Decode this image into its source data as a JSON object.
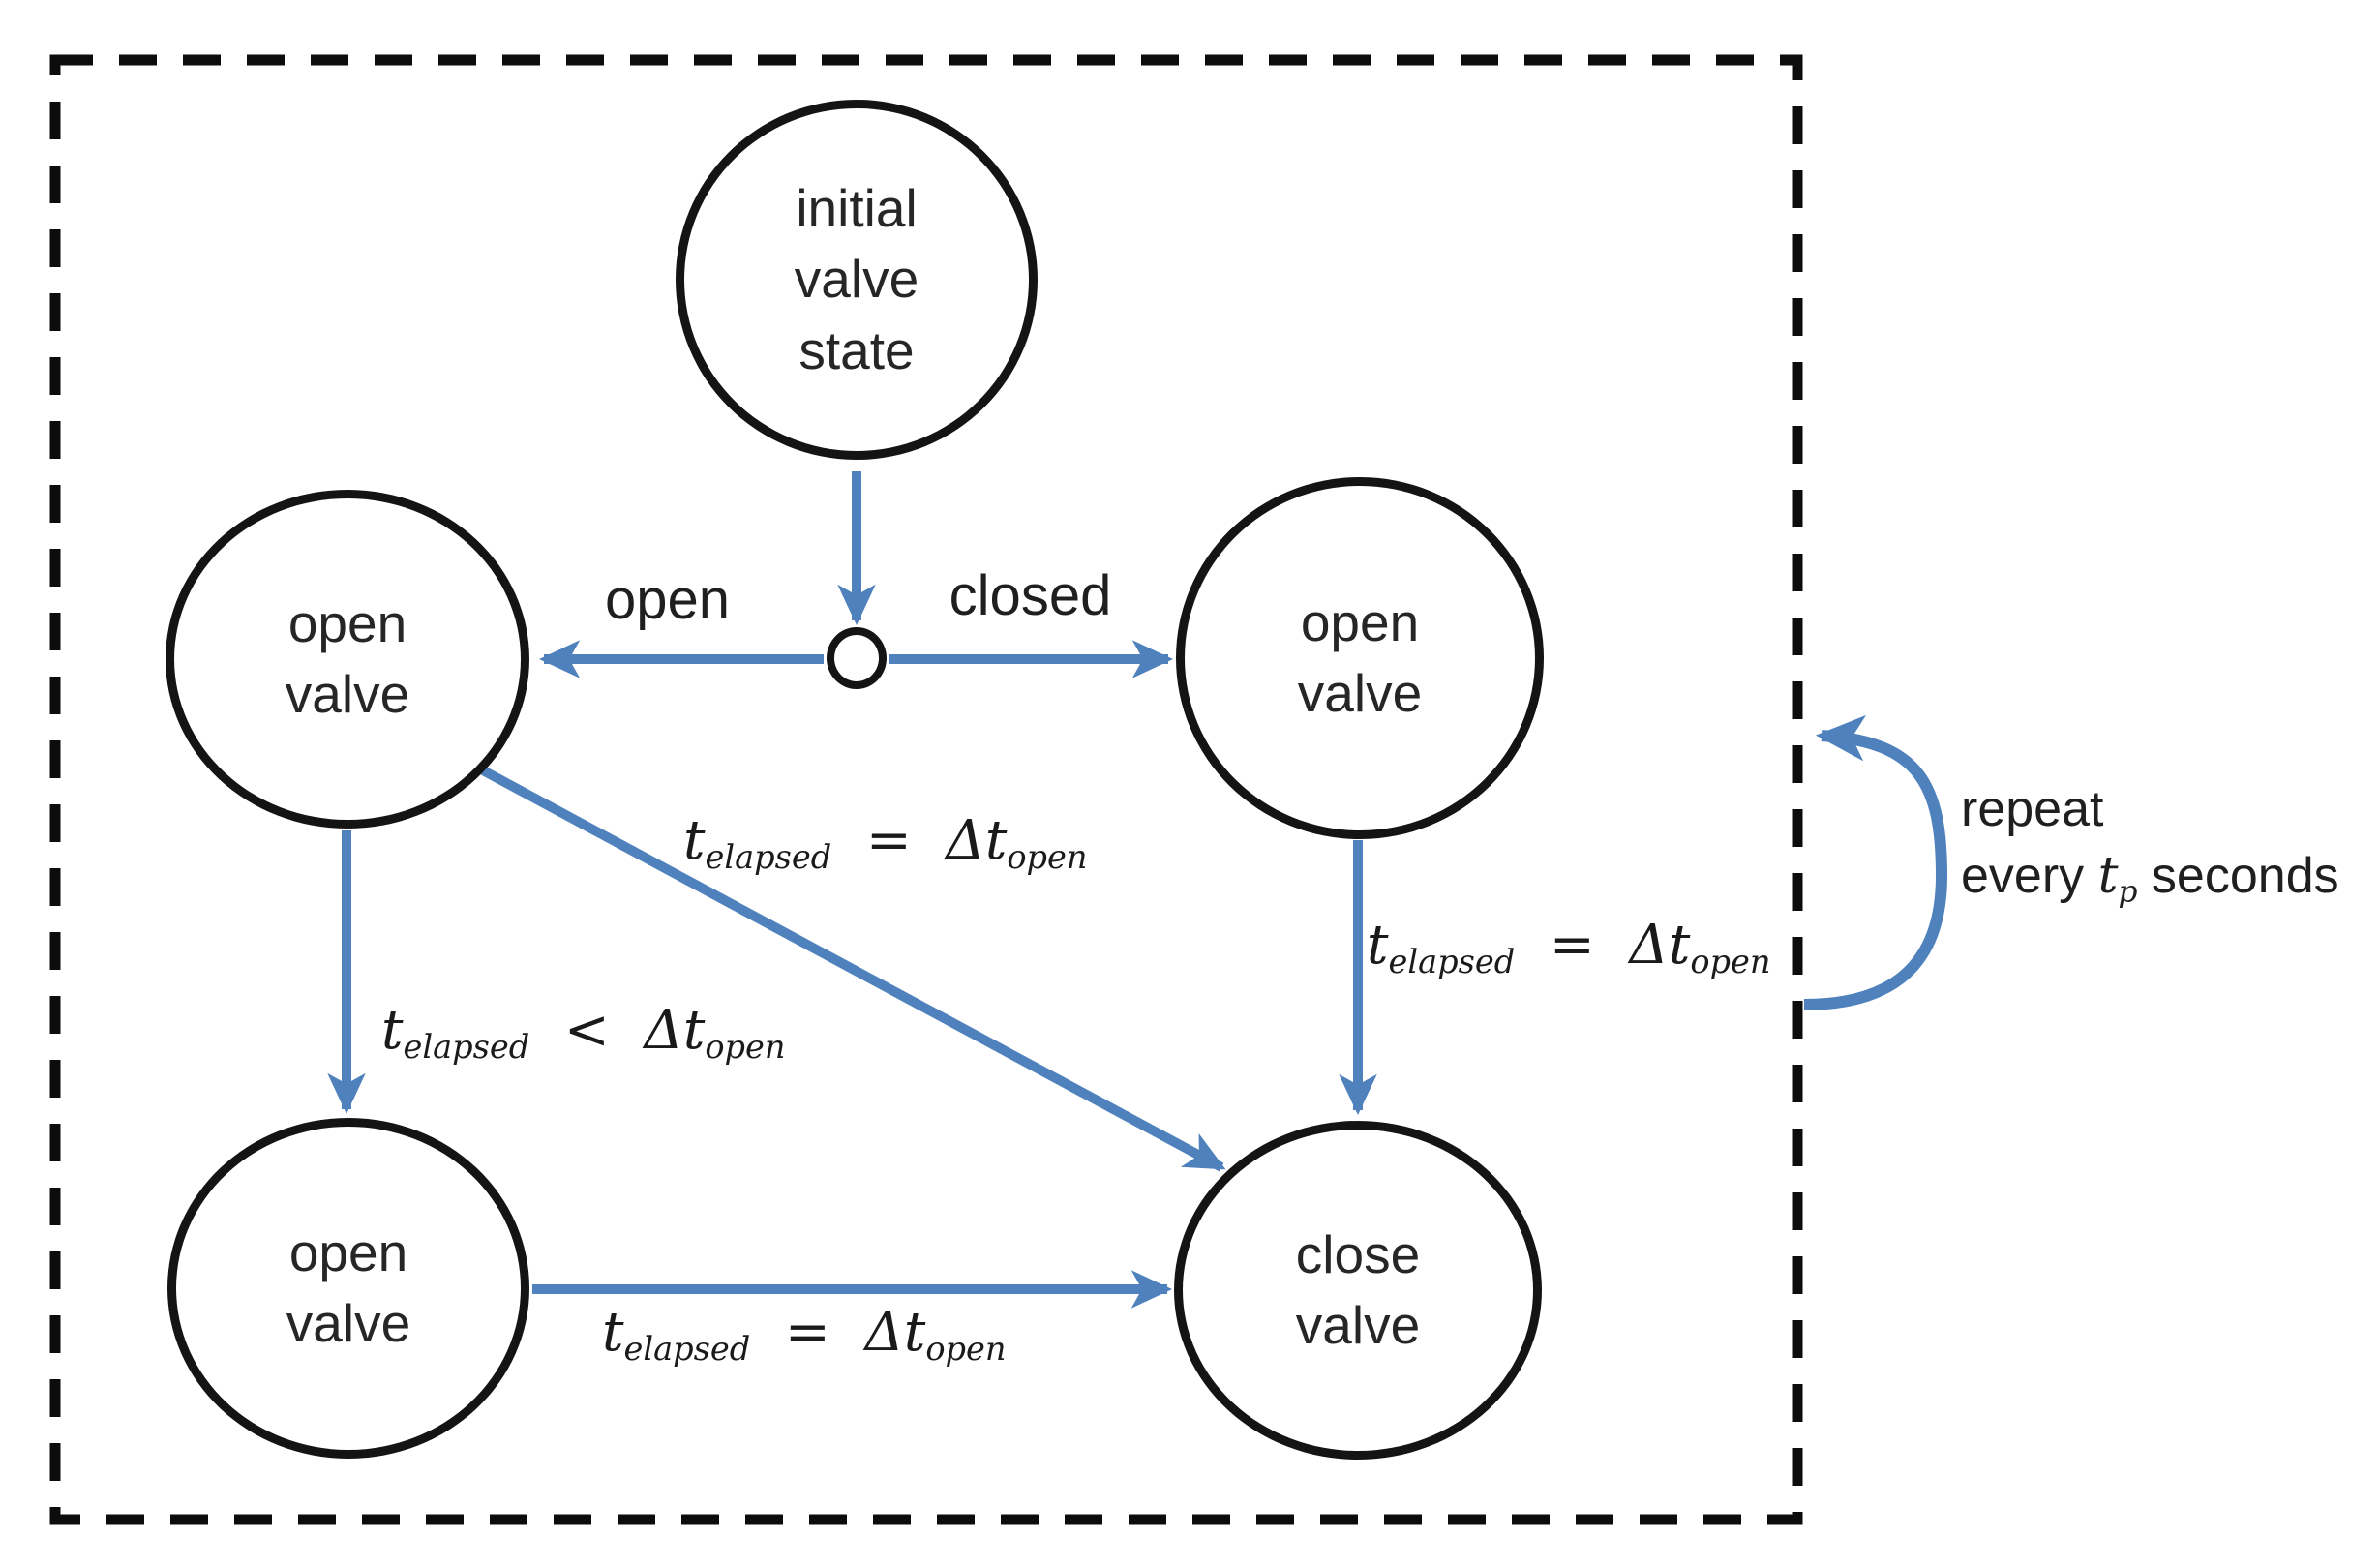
{
  "colors": {
    "arrow_blue": "#4f81bd",
    "node_border": "#141414",
    "text": "#1f1f1f"
  },
  "nodes": {
    "initial": {
      "lines": [
        "initial",
        "valve",
        "state"
      ]
    },
    "open_left": {
      "lines": [
        "open",
        "valve"
      ]
    },
    "open_right": {
      "lines": [
        "open",
        "valve"
      ]
    },
    "open_bottom": {
      "lines": [
        "open",
        "valve"
      ]
    },
    "close": {
      "lines": [
        "close",
        "valve"
      ]
    }
  },
  "edge_labels": {
    "branch_left": "open",
    "branch_right": "closed",
    "left_down_math": "t_{elapsed}  <  Δt_{open}",
    "diagonal_math": "t_{elapsed}  =  Δt_{open}",
    "right_down_math": "t_{elapsed}  =  Δt_{open}",
    "bottom_math": "t_{elapsed}  =  Δt_{open}",
    "repeat_line1": "repeat",
    "repeat_line2_prefix": "every ",
    "repeat_line2_math": "t_{p}",
    "repeat_line2_suffix": " seconds"
  }
}
